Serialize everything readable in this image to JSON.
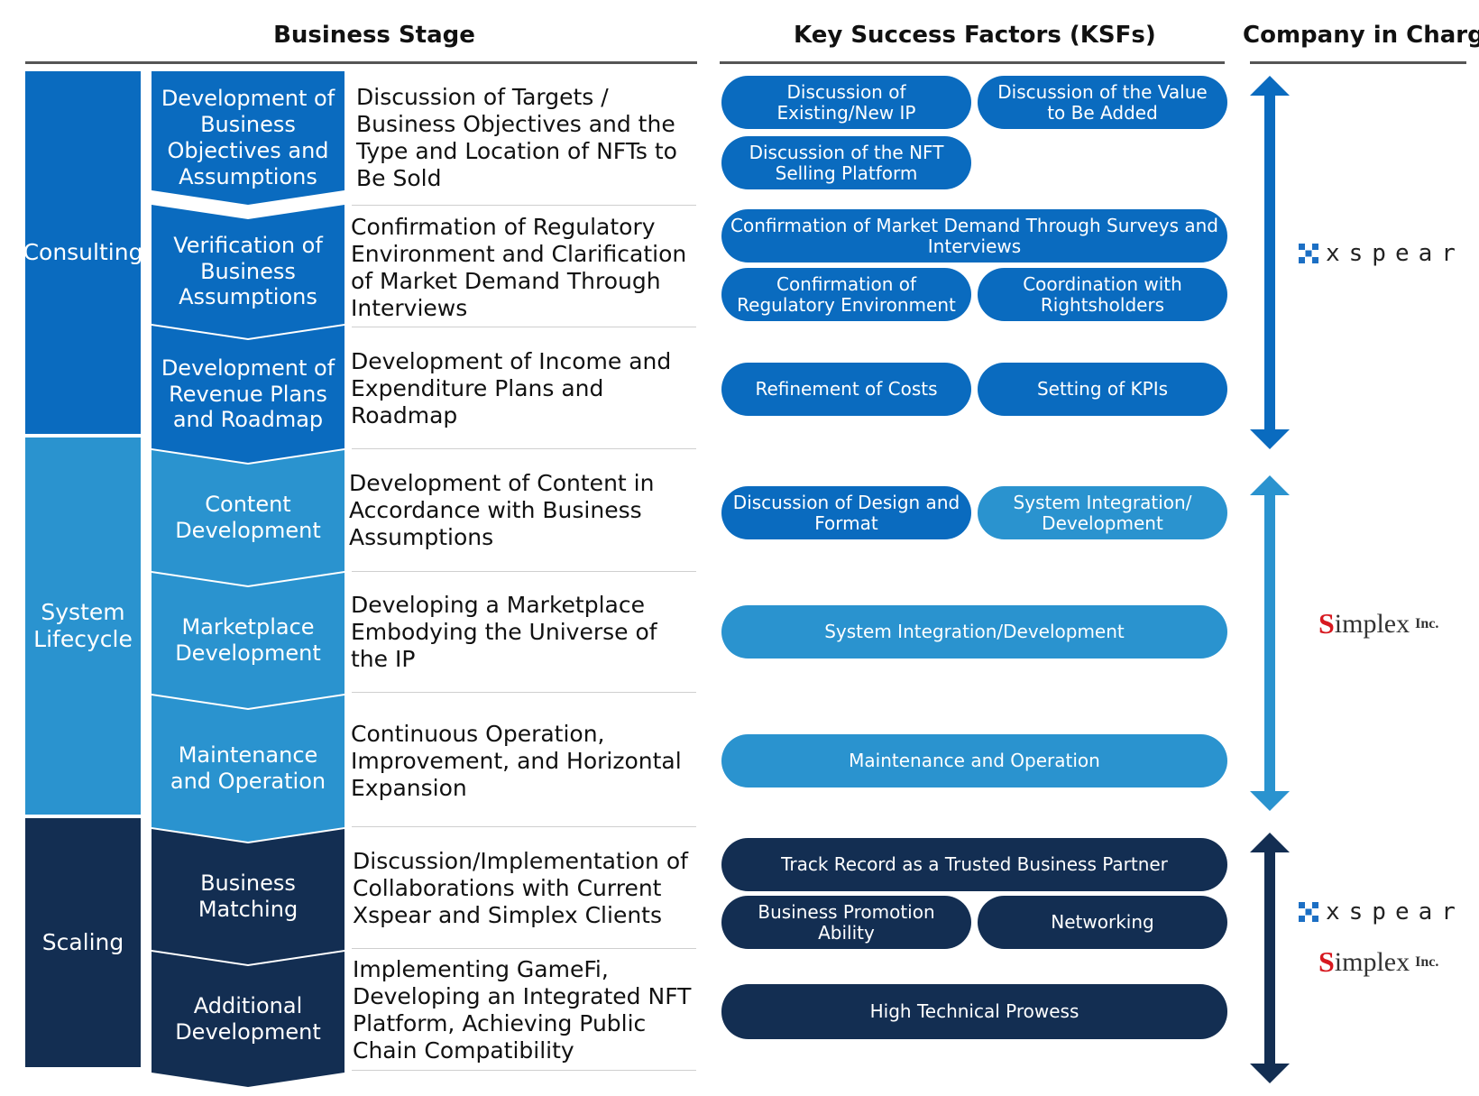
{
  "headers": {
    "business_stage": "Business Stage",
    "ksf": "Key Success Factors (KSFs)",
    "company": "Company in Charge"
  },
  "phases": [
    {
      "label": "Consulting",
      "color": "#0a6bbf"
    },
    {
      "label": "System Lifecycle",
      "color": "#2a93cf"
    },
    {
      "label": "Scaling",
      "color": "#132e52"
    }
  ],
  "stages": [
    {
      "label": "Development of Business Objectives and Assumptions",
      "desc": "Discussion of Targets / Business Objectives and the Type and Location of NFTs to Be Sold"
    },
    {
      "label": "Verification of Business Assumptions",
      "desc": "Confirmation of Regulatory Environment and Clarification of Market Demand Through Interviews"
    },
    {
      "label": "Development of Revenue Plans and Roadmap",
      "desc": "Development of Income and Expenditure Plans and Roadmap"
    },
    {
      "label": "Content Development",
      "desc": "Development of Content in Accordance with Business Assumptions"
    },
    {
      "label": "Marketplace Development",
      "desc": "Developing a Marketplace Embodying the Universe of the IP"
    },
    {
      "label": "Maintenance and Operation",
      "desc": "Continuous Operation, Improvement, and Horizontal Expansion"
    },
    {
      "label": "Business Matching",
      "desc": "Discussion/Implementation of Collaborations with Current Xspear and Simplex Clients"
    },
    {
      "label": "Additional Development",
      "desc": "Implementing GameFi, Developing an Integrated NFT Platform, Achieving Public Chain Compatibility"
    }
  ],
  "ksfs": [
    "Discussion of Existing/New IP",
    "Discussion of the Value to Be Added",
    "Discussion of the NFT Selling Platform",
    "Confirmation of Market Demand Through Surveys and Interviews",
    "Confirmation of Regulatory Environment",
    "Coordination with Rightsholders",
    "Refinement of Costs",
    "Setting of KPIs",
    "Discussion of Design and Format",
    "System Integration/ Development",
    "System Integration/Development",
    "Maintenance and Operation",
    "Track Record as a Trusted Business Partner",
    "Business Promotion Ability",
    "Networking",
    "High Technical Prowess"
  ],
  "logos": {
    "xspear": "xspear",
    "simplex_s": "S",
    "simplex_rest": "implex",
    "simplex_inc": "Inc."
  },
  "colors": {
    "consulting": "#0a6bbf",
    "system_lifecycle": "#2a93cf",
    "scaling": "#132e52"
  }
}
